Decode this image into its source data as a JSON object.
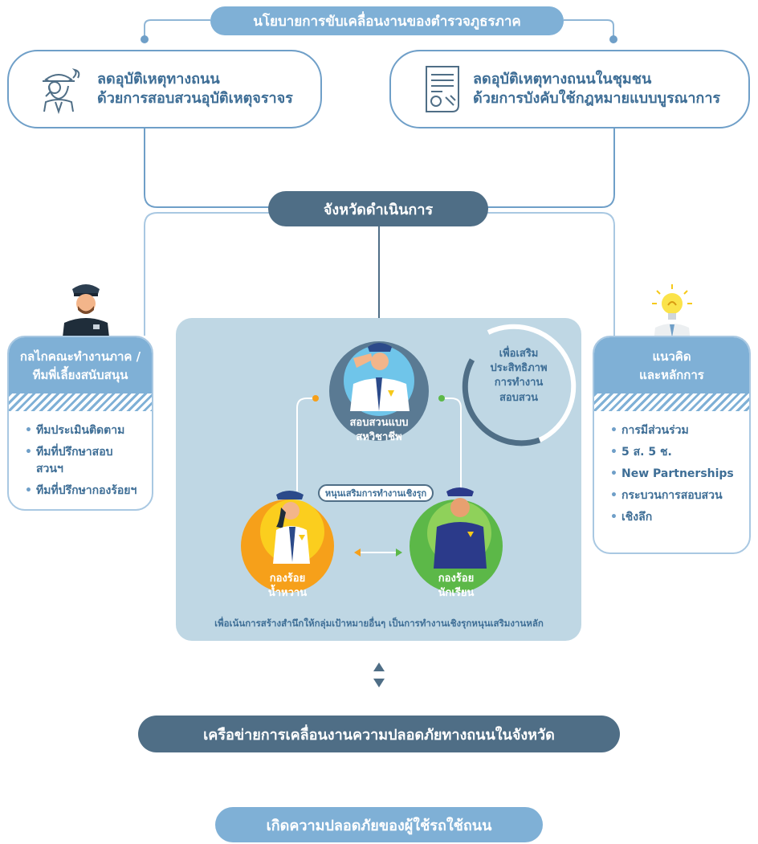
{
  "top_title": "นโยบายการขับเคลื่อนงานของตำรวจภูธรภาค",
  "left_box": {
    "line1": "ลดอุบัติเหตุทางถนน",
    "line2": "ด้วยการสอบสวนอุบัติเหตุจราจร",
    "icon": "detective-icon"
  },
  "right_box": {
    "line1": "ลดอุบัติเหตุทางถนนในชุมชน",
    "line2": "ด้วยการบังคับใช้กฎหมายแบบบูรณาการ",
    "icon": "legal-document-icon"
  },
  "center_pill": "จังหวัดดำเนินการ",
  "left_card": {
    "head1": "กลไกคณะทำงานภาค /",
    "head2": "ทีมพี่เลี้ยงสนับสนุน",
    "items": [
      "ทีมประเมินติดตาม",
      "ทีมที่ปรึกษาสอบสวนฯ",
      "ทีมที่ปรึกษากองร้อยฯ"
    ]
  },
  "right_card": {
    "head1": "แนวคิด",
    "head2": "และหลักการ",
    "items": [
      "การมีส่วนร่วม",
      "5 ส. 5 ช.",
      "New Partnerships",
      "กระบวนการสอบสวน",
      "เชิงลึก"
    ]
  },
  "panel": {
    "top_circle_1": "สอบสวนแบบ",
    "top_circle_2": "สหวิชาชีพ",
    "ring_1": "เพื่อเสริม",
    "ring_2": "ประสิทธิภาพ",
    "ring_3": "การทำงาน",
    "ring_4": "สอบสวน",
    "support_label": "หนุนเสริมการทำงานเชิงรุก",
    "left_circle_1": "กองร้อย",
    "left_circle_2": "น้ำหวาน",
    "right_circle_1": "กองร้อย",
    "right_circle_2": "นักเรียน",
    "caption": "เพื่อเน้นการสร้างสำนึกให้กลุ่มเป้าหมายอื่นๆ เป็นการทำงานเชิงรุกหนุนเสริมงานหลัก"
  },
  "bottom_1": "เครือข่ายการเคลื่อนงานความปลอดภัยทางถนนในจังหวัด",
  "bottom_2": "เกิดความปลอดภัยของผู้ใช้รถใช้ถนน",
  "colors": {
    "light_blue": "#7fb0d6",
    "slate": "#4f6e86",
    "panel_bg": "#bfd7e4",
    "orange": "#f6a01a",
    "green": "#5cb848",
    "text_blue": "#3e6e96"
  }
}
